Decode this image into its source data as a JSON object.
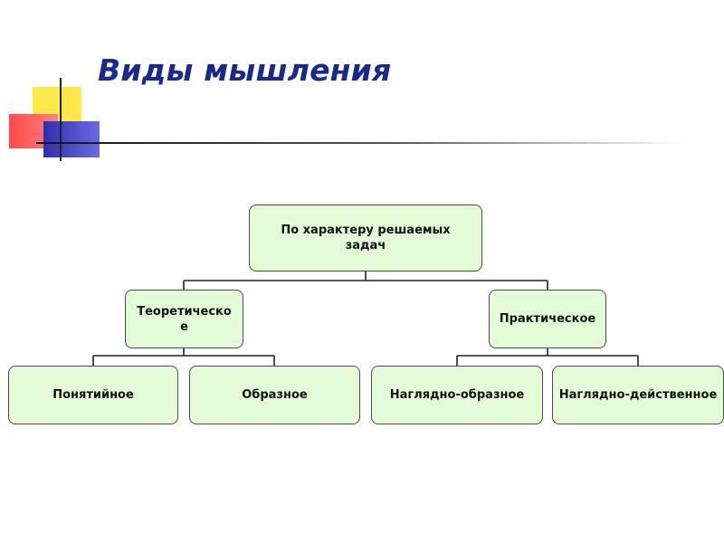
{
  "title": "Виды мышления",
  "diagram": {
    "root": "По характеру решаемых задач",
    "branches": [
      {
        "label": "Теоретическо е",
        "children": [
          "Понятийное",
          "Образное"
        ]
      },
      {
        "label": "Практическое",
        "children": [
          "Наглядно-образное",
          "Наглядно-действенное"
        ]
      }
    ]
  },
  "colors": {
    "title": "#1a2a8c",
    "node_fill": "#e4fbd8",
    "node_border": "#4a4a4a",
    "decor_yellow": "#ffe84a",
    "decor_red": "#ff4a4a",
    "decor_blue": "#2f2fb0"
  }
}
